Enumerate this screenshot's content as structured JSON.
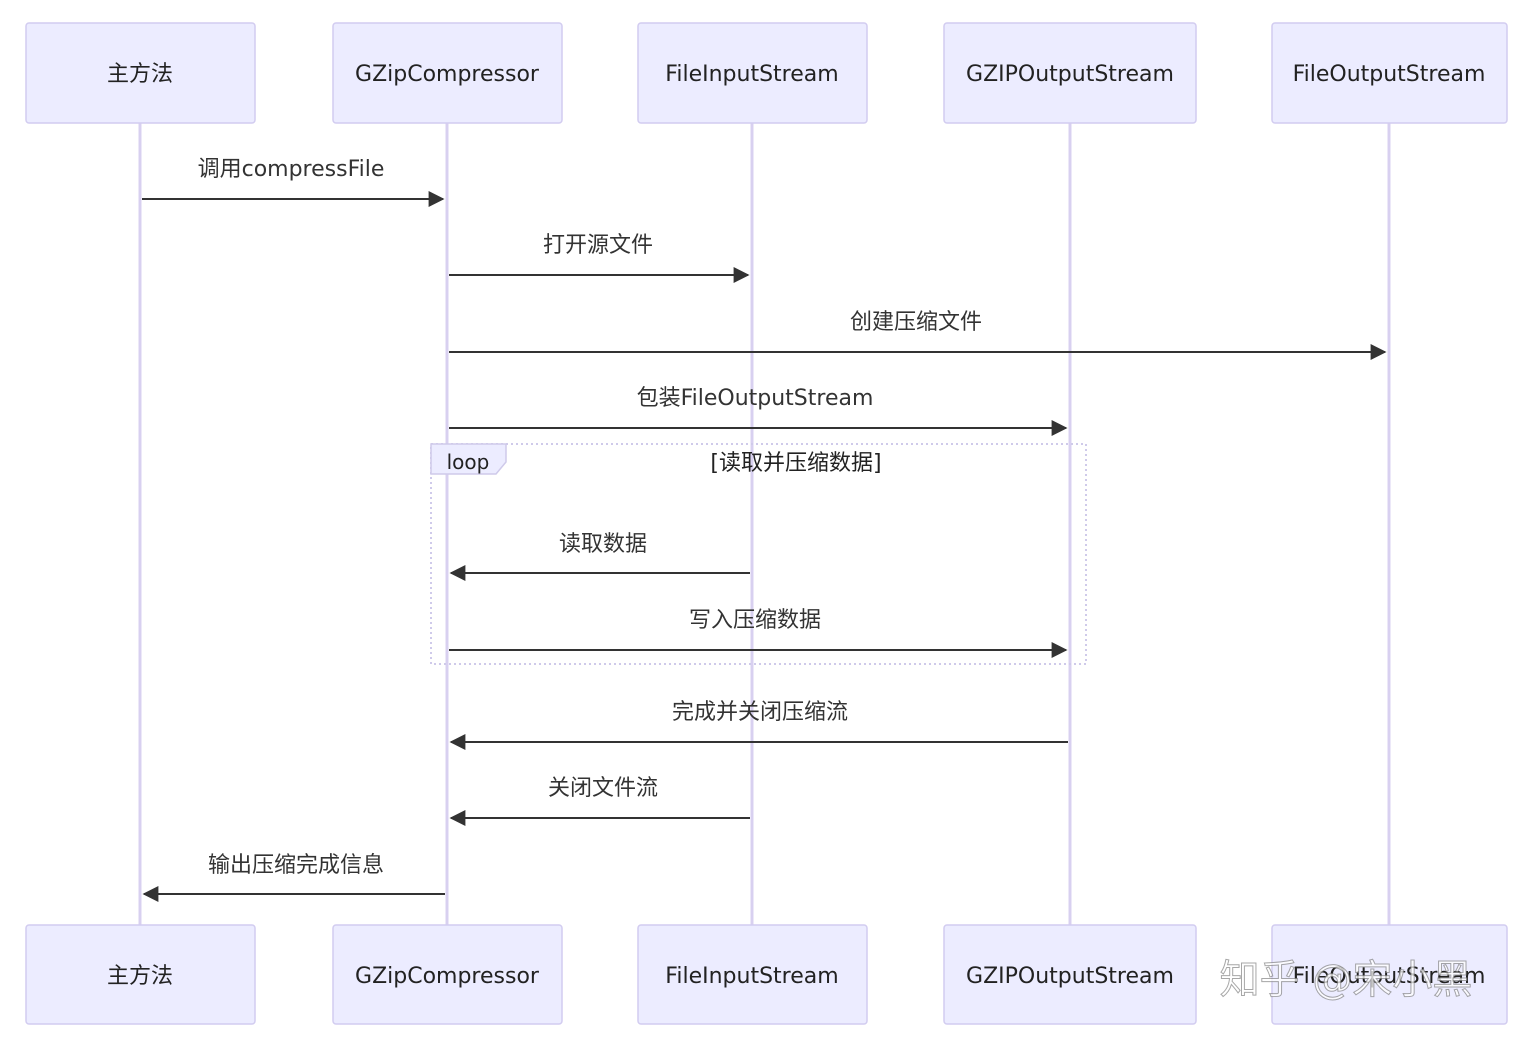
{
  "participants": [
    {
      "id": "main",
      "label": "主方法"
    },
    {
      "id": "gzip",
      "label": "GZipCompressor"
    },
    {
      "id": "fis",
      "label": "FileInputStream"
    },
    {
      "id": "gos",
      "label": "GZIPOutputStream"
    },
    {
      "id": "fos",
      "label": "FileOutputStream"
    }
  ],
  "messages": [
    {
      "from": "main",
      "to": "gzip",
      "label": "调用compressFile"
    },
    {
      "from": "gzip",
      "to": "fis",
      "label": "打开源文件"
    },
    {
      "from": "gzip",
      "to": "fos",
      "label": "创建压缩文件"
    },
    {
      "from": "gzip",
      "to": "gos",
      "label": "包装FileOutputStream"
    },
    {
      "from": "fis",
      "to": "gzip",
      "label": "读取数据"
    },
    {
      "from": "gzip",
      "to": "gos",
      "label": "写入压缩数据"
    },
    {
      "from": "gos",
      "to": "gzip",
      "label": "完成并关闭压缩流"
    },
    {
      "from": "fis",
      "to": "gzip",
      "label": "关闭文件流"
    },
    {
      "from": "gzip",
      "to": "main",
      "label": "输出压缩完成信息"
    }
  ],
  "loop": {
    "label": "loop",
    "condition": "[读取并压缩数据]"
  },
  "watermark": "知乎 @宋小黑"
}
